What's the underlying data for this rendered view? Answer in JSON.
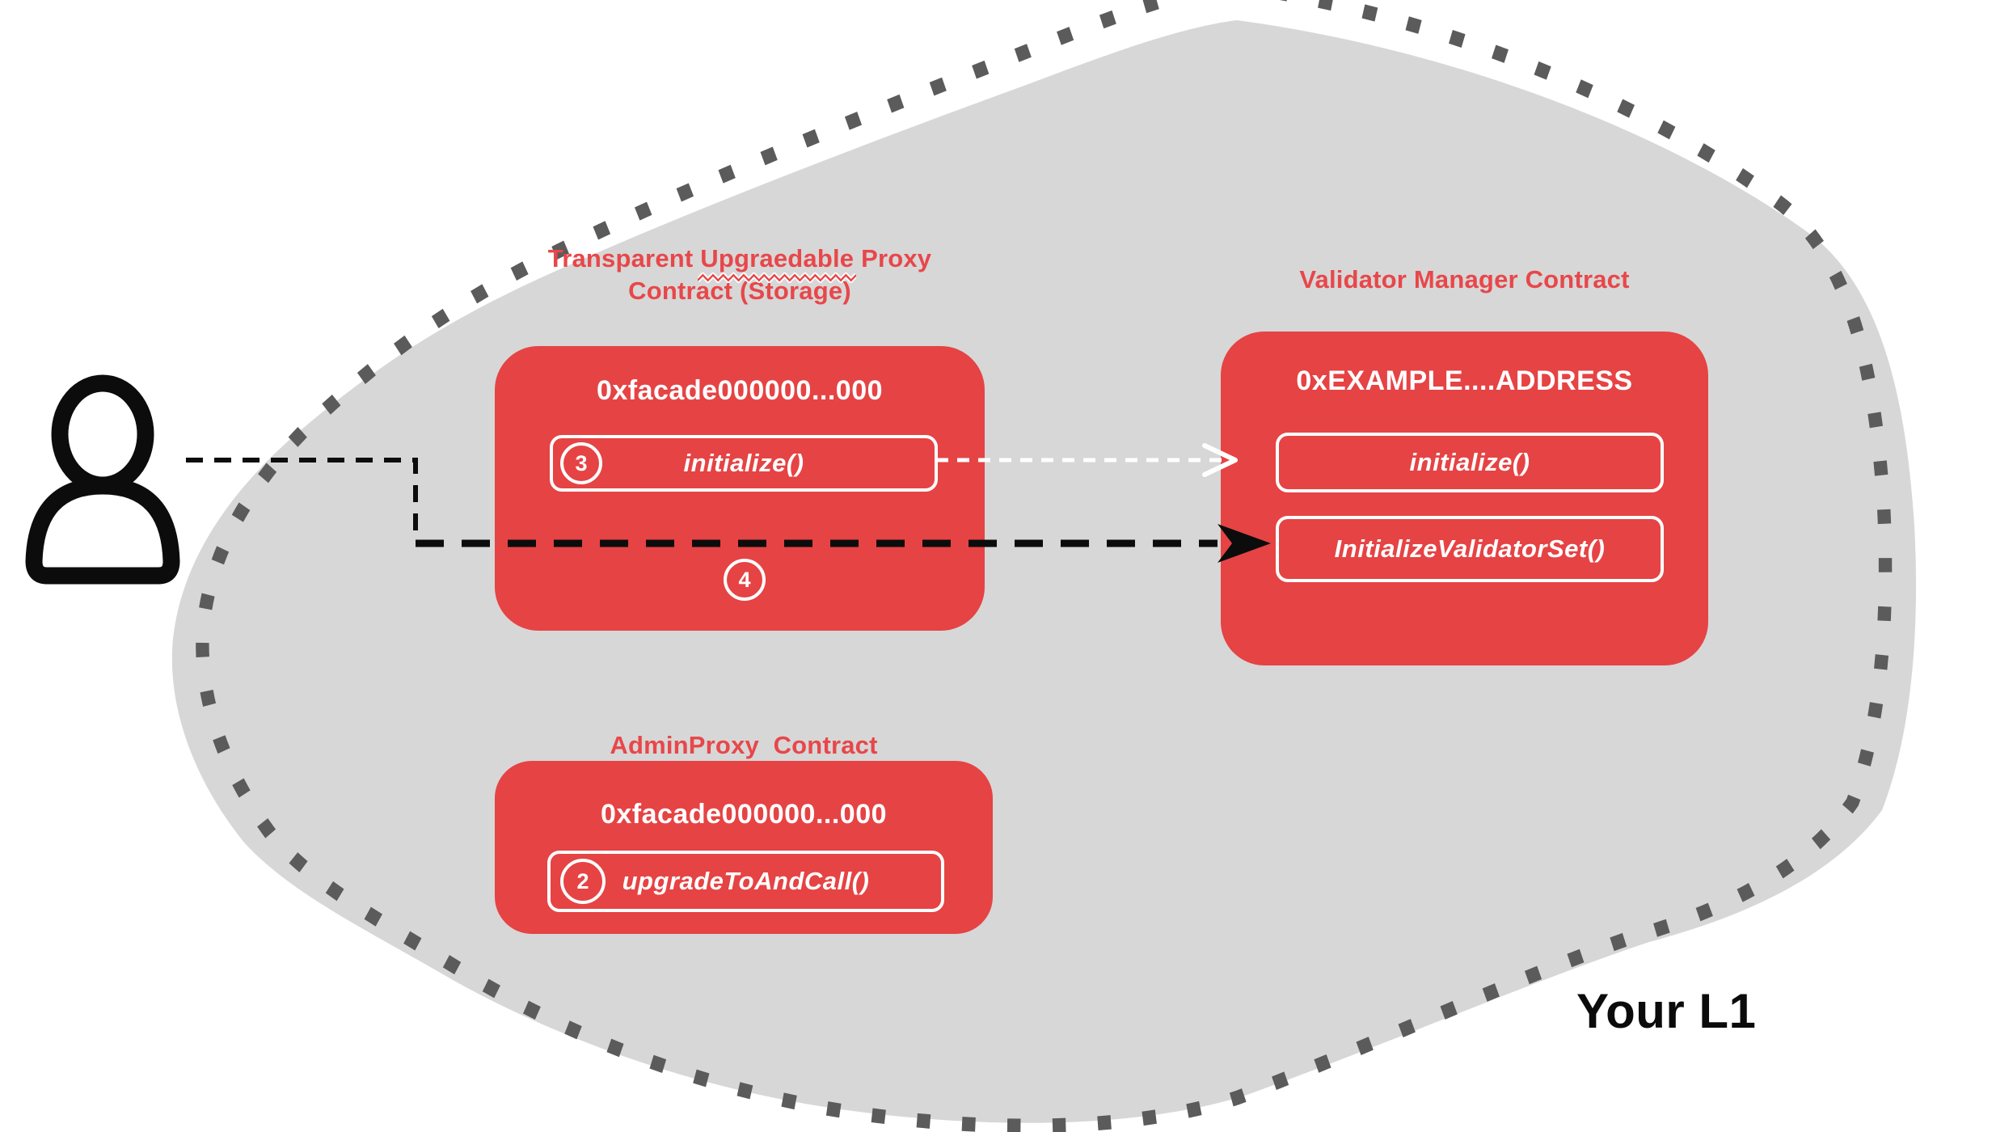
{
  "diagram": {
    "l1_label": "Your L1",
    "colors": {
      "contract_red": "#E64344",
      "title_red": "#E8474A",
      "blob_gray": "#D7D7D7",
      "border_dot_gray": "#5B5B5B",
      "connector_black": "#0C0C0C",
      "white": "#FFFFFF"
    },
    "icons": {
      "person_icon": "user-silhouette-outline",
      "black_dashed_arrow": "call-arrow",
      "white_dashed_arrow": "delegate-call-arrow"
    }
  },
  "proxy_contract": {
    "title_word1": "Transparent",
    "title_word2_misspelled": "Upgraedable",
    "title_word3": "Proxy",
    "title_line2": "Contract (Storage)",
    "address": "0xfacade000000...000",
    "step_3": "3",
    "method_initialize": "initialize()",
    "step_4": "4"
  },
  "validator_manager_contract": {
    "title": "Validator Manager Contract",
    "address": "0xEXAMPLE....ADDRESS",
    "method_initialize": "initialize()",
    "method_initialize_validator_set": "InitializeValidatorSet()"
  },
  "admin_proxy_contract": {
    "title": "AdminProxy  Contract",
    "address": "0xfacade000000...000",
    "step_2": "2",
    "method_upgrade_to_and_call": "upgradeToAndCall()"
  }
}
